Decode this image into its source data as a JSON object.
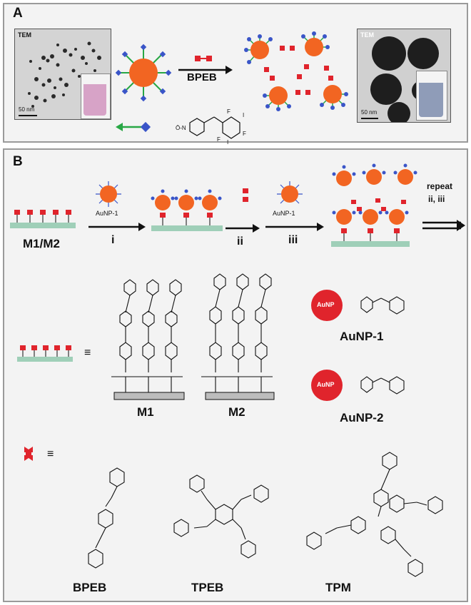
{
  "panelA": {
    "label": "A",
    "tem_left": {
      "tag": "TEM",
      "scale": "50 nm"
    },
    "tem_right": {
      "tag": "TEM",
      "scale": "50 nm"
    },
    "linker_label": "BPEB",
    "ligand_eq": "="
  },
  "panelB": {
    "label": "B",
    "steps": {
      "i": "i",
      "ii": "ii",
      "iii": "iii",
      "reagent1": "AuNP-1",
      "reagent3": "AuNP-1",
      "repeat": "repeat",
      "repeat_steps": "ii, iii"
    },
    "surface_label": "M1/M2",
    "equiv": "≡",
    "m1": "M1",
    "m2": "M2",
    "aunp_text": "AuNP",
    "aunp1": "AuNP-1",
    "aunp2": "AuNP-2",
    "bpeb": "BPEB",
    "tpeb": "TPEB",
    "tpm": "TPM",
    "colors": {
      "nanoparticle": "#f26522",
      "ligand_blue": "#3a55c8",
      "ligand_green": "#28a745",
      "linker_red": "#e0242c",
      "substrate": "#9fcfb8"
    }
  }
}
